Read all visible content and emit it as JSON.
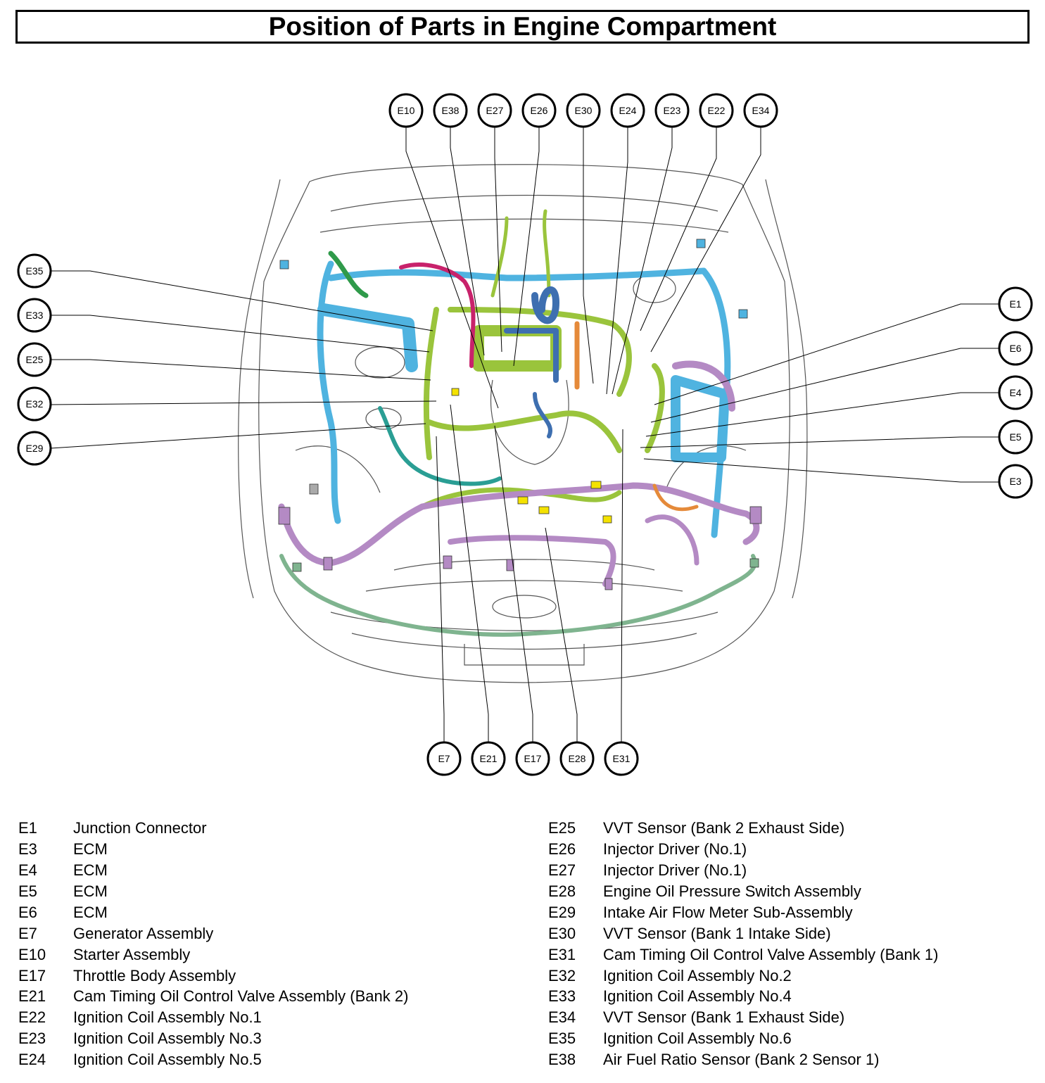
{
  "title": "Position of Parts in Engine Compartment",
  "callouts": {
    "top": [
      "E10",
      "E38",
      "E27",
      "E26",
      "E30",
      "E24",
      "E23",
      "E22",
      "E34"
    ],
    "left": [
      "E35",
      "E33",
      "E25",
      "E32",
      "E29"
    ],
    "right": [
      "E1",
      "E6",
      "E4",
      "E5",
      "E3"
    ],
    "bottom": [
      "E7",
      "E21",
      "E17",
      "E28",
      "E31"
    ]
  },
  "legend_left": [
    {
      "code": "E1",
      "name": "Junction Connector"
    },
    {
      "code": "E3",
      "name": "ECM"
    },
    {
      "code": "E4",
      "name": "ECM"
    },
    {
      "code": "E5",
      "name": "ECM"
    },
    {
      "code": "E6",
      "name": "ECM"
    },
    {
      "code": "E7",
      "name": "Generator Assembly"
    },
    {
      "code": "E10",
      "name": "Starter Assembly"
    },
    {
      "code": "E17",
      "name": "Throttle Body Assembly"
    },
    {
      "code": "E21",
      "name": "Cam Timing Oil Control Valve Assembly (Bank 2)"
    },
    {
      "code": "E22",
      "name": "Ignition Coil Assembly No.1"
    },
    {
      "code": "E23",
      "name": "Ignition Coil Assembly No.3"
    },
    {
      "code": "E24",
      "name": "Ignition Coil Assembly No.5"
    }
  ],
  "legend_right": [
    {
      "code": "E25",
      "name": "VVT Sensor (Bank 2 Exhaust Side)"
    },
    {
      "code": "E26",
      "name": "Injector Driver (No.1)"
    },
    {
      "code": "E27",
      "name": "Injector Driver (No.1)"
    },
    {
      "code": "E28",
      "name": "Engine Oil Pressure Switch Assembly"
    },
    {
      "code": "E29",
      "name": "Intake Air Flow Meter Sub-Assembly"
    },
    {
      "code": "E30",
      "name": "VVT Sensor (Bank 1 Intake Side)"
    },
    {
      "code": "E31",
      "name": "Cam Timing Oil Control Valve Assembly (Bank 1)"
    },
    {
      "code": "E32",
      "name": "Ignition Coil Assembly No.2"
    },
    {
      "code": "E33",
      "name": "Ignition Coil Assembly No.4"
    },
    {
      "code": "E34",
      "name": "VVT Sensor (Bank 1 Exhaust Side)"
    },
    {
      "code": "E35",
      "name": "Ignition Coil Assembly No.6"
    },
    {
      "code": "E38",
      "name": "Air Fuel Ratio Sensor (Bank 2 Sensor 1)"
    }
  ],
  "harness_colors": {
    "engine_room_main": "#4fb3e0",
    "engine_wire": "#9ac43c",
    "injector": "#3e6fb0",
    "ecm_side": "#b48ac4",
    "sensor_red": "#c8226b",
    "coil_green": "#2f9a4a",
    "teal": "#2a9e94",
    "front_loop": "#7fb48f",
    "yellow_connector": "#f4e200",
    "orange": "#e58a3a"
  }
}
